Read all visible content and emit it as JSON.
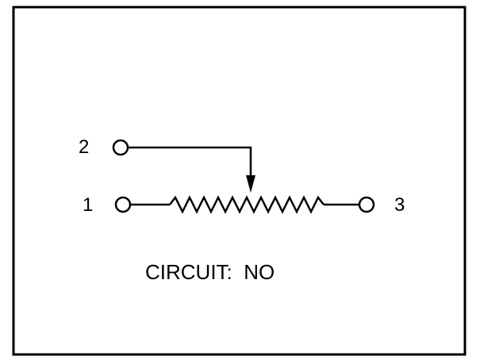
{
  "schematic": {
    "pins": [
      {
        "number": "2"
      },
      {
        "number": "1"
      },
      {
        "number": "3"
      }
    ],
    "circuit_label": "CIRCUIT:  NO"
  },
  "colors": {
    "line": "#000000",
    "background": "#ffffff"
  }
}
